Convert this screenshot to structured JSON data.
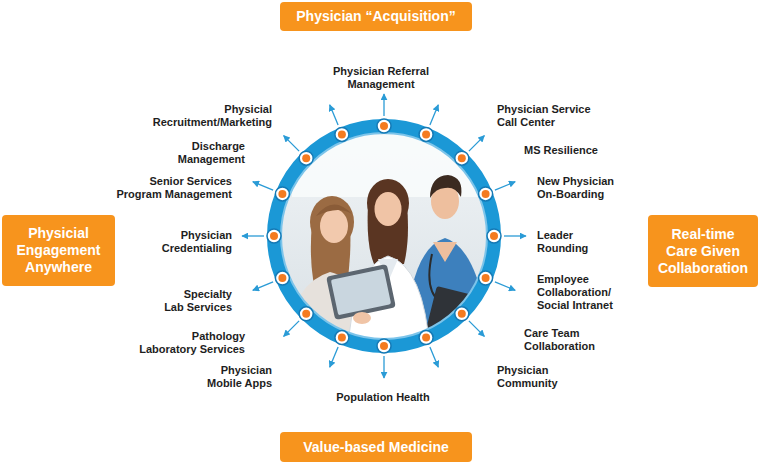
{
  "diagram": {
    "nodes": [
      {
        "text": [
          "Physician “Acquisition”"
        ]
      },
      {
        "text": [
          "Physicial Engagement Anywhere"
        ]
      },
      {
        "text": [
          "Real-time Care Given Collaboration"
        ]
      },
      {
        "text": [
          "Value-based Medicine"
        ]
      }
    ],
    "labels": [
      "Physician Referral Management",
      "Physician Service Call Center",
      "MS Resilience",
      "New Physician On-Boarding",
      "Leader Rounding",
      "Employee Collaboration/ Social Intranet",
      "Care Team Collaboration",
      "Physician Community",
      "Population Health",
      "Physician Mobile Apps",
      "Pathology Laboratory Services",
      "Specialty Lab Services",
      "Physician Credentialing",
      "Senior Services Program Management",
      "Discharge Management",
      "Physicial Recruitment/Marketing"
    ]
  }
}
